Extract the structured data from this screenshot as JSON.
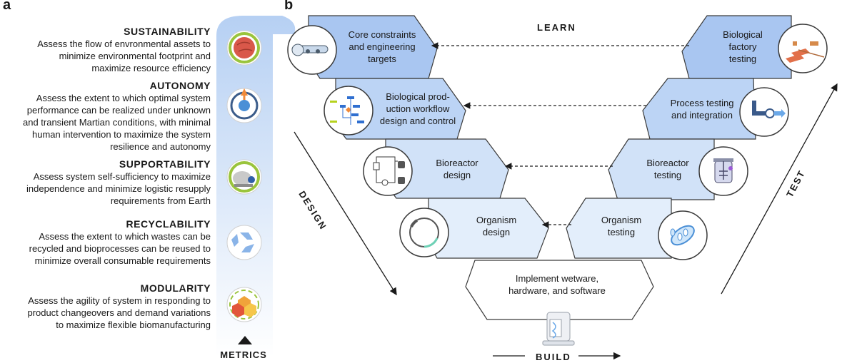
{
  "panel_a": {
    "letter": "a",
    "metrics": [
      {
        "title": "SUSTAINABILITY",
        "desc": [
          "Assess the flow of envronmental assets to",
          "minimize environmental footprint and",
          "maximize resource efficiency"
        ],
        "icon": "planet-icon"
      },
      {
        "title": "AUTONOMY",
        "desc": [
          "Assess the extent to which optimal system",
          "performance can be realized under unknown",
          "and  transient Martian conditions, with minimal",
          "human intervention to maximize the system",
          "resilience and autonomy"
        ],
        "icon": "steering-wheel-icon"
      },
      {
        "title": "SUPPORTABILITY",
        "desc": [
          "Assess system self-sufficiency to maximize",
          "independence and minimize logistic resupply",
          "requirements from Earth"
        ],
        "icon": "habitat-icon"
      },
      {
        "title": "RECYCLABILITY",
        "desc": [
          "Assess the extent to which wastes can be",
          "recycled and bioprocesses can be reused to",
          "minimize overall consumable requirements"
        ],
        "icon": "recycle-icon"
      },
      {
        "title": "MODULARITY",
        "desc": [
          "Assess the agility of system in responding to",
          "product changeovers and demand variations",
          "to maximize flexible biomanufacturing"
        ],
        "icon": "modules-icon"
      }
    ],
    "footer_label": "METRICS"
  },
  "panel_b": {
    "letter": "b",
    "learn_label": "LEARN",
    "design_label": "DESIGN",
    "build_label": "BUILD",
    "test_label": "TEST",
    "left_boxes": [
      {
        "lines": [
          "Core constraints",
          "and engineering",
          "targets"
        ],
        "icon": "rover-icon"
      },
      {
        "lines": [
          "Biological prod-",
          "uction workflow",
          "design and control"
        ],
        "icon": "workflow-icon"
      },
      {
        "lines": [
          "Bioreactor",
          "design"
        ],
        "icon": "bioreactor-schematic-icon"
      },
      {
        "lines": [
          "Organism",
          "design"
        ],
        "icon": "plasmid-icon"
      }
    ],
    "right_boxes": [
      {
        "lines": [
          "Biological",
          "factory",
          "testing"
        ],
        "icon": "factory-icon"
      },
      {
        "lines": [
          "Process testing",
          "and integration"
        ],
        "icon": "pipe-icon"
      },
      {
        "lines": [
          "Bioreactor",
          "testing"
        ],
        "icon": "bioreactor-vessel-icon"
      },
      {
        "lines": [
          "Organism",
          "testing"
        ],
        "icon": "microbe-icon"
      }
    ],
    "bottom_box": {
      "lines": [
        "Implement wetware,",
        "hardware, and software"
      ],
      "icon": "dna-printer-icon"
    }
  },
  "colors": {
    "level1": "#a9c6f1",
    "level2": "#bcd4f5",
    "level3": "#d1e2f8",
    "level4": "#e3eefb",
    "bottom": "#ffffff",
    "metrics_band_top": "#b6d0f3",
    "metrics_band_bottom": "#ffffff"
  }
}
